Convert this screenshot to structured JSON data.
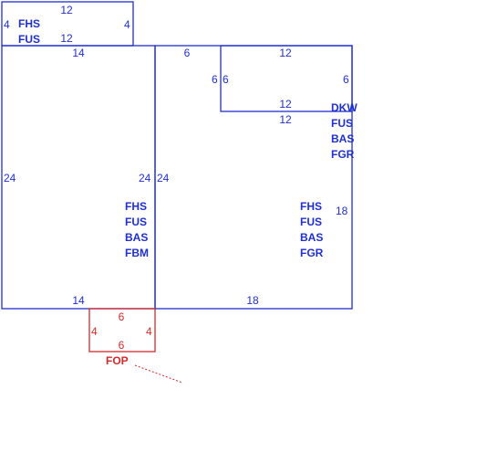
{
  "colors": {
    "structure": "#1f2fd0",
    "porch": "#d42a2a",
    "background": "#ffffff"
  },
  "sketch": {
    "top_left_section": {
      "dims": {
        "top": "12",
        "bottom": "12",
        "left": "4",
        "right": "4"
      },
      "codes": [
        "FHS",
        "FUS"
      ]
    },
    "left_section": {
      "dims": {
        "top": "14",
        "bottom": "14",
        "left": "24",
        "right": "24"
      },
      "codes": [
        "FHS",
        "FUS",
        "BAS",
        "FBM"
      ]
    },
    "right_section": {
      "dims": {
        "top_left": "6",
        "inner_vertical_a": "6",
        "inner_vertical_b": "6",
        "left": "24",
        "right": "18",
        "bottom": "18"
      },
      "codes": [
        "FHS",
        "FUS",
        "BAS",
        "FGR"
      ]
    },
    "upper_right_section": {
      "dims": {
        "top": "12",
        "right": "6",
        "bottom_outer": "12",
        "bottom_inner": "12"
      },
      "codes": [
        "DKW",
        "FUS",
        "BAS",
        "FGR"
      ]
    },
    "porch": {
      "dims": {
        "top": "6",
        "bottom": "6",
        "left": "4",
        "right": "4"
      },
      "label": "FOP"
    }
  }
}
